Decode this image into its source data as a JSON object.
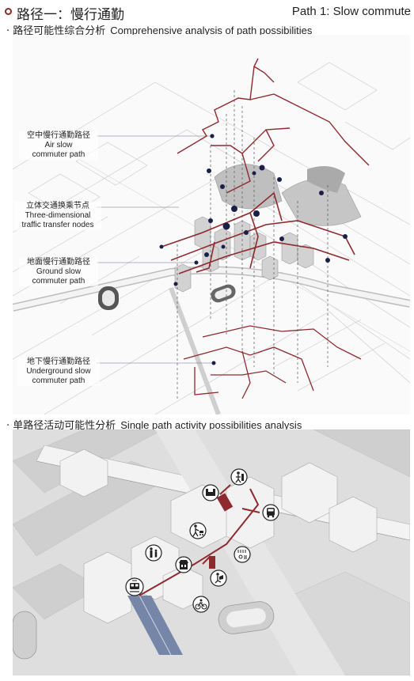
{
  "header": {
    "title_cn": "路径一：慢行通勤",
    "title_en": "Path 1: Slow commute"
  },
  "section1": {
    "title_cn": "· 路径可能性综合分析",
    "title_en": "Comprehensive analysis of path possibilities"
  },
  "labels": {
    "air": {
      "cn": "空中慢行通勤路径",
      "en1": "Air slow",
      "en2": "commuter path"
    },
    "nodes": {
      "cn": "立体交通换乘节点",
      "en1": "Three-dimensional",
      "en2": "traffic transfer nodes"
    },
    "ground": {
      "cn": "地面慢行通勤路径",
      "en1": "Ground slow",
      "en2": "commuter path"
    },
    "underground": {
      "cn": "地下慢行通勤路径",
      "en1": "Underground slow",
      "en2": "commuter path"
    }
  },
  "section2": {
    "title_cn": "· 单路径活动可能性分析",
    "title_en": "Single path activity possibilities analysis"
  },
  "activity_icons": [
    "person-gym-icon",
    "sofa-lounge-icon",
    "bus-icon",
    "walk-cart-icon",
    "family-icon",
    "shop-market-icon",
    "restaurant-icon",
    "reading-icon",
    "bicycle-icon",
    "tram-icon"
  ],
  "colors": {
    "path": "#8e2a2e",
    "node": "#1a1f4a",
    "rail": "#7686a8"
  }
}
